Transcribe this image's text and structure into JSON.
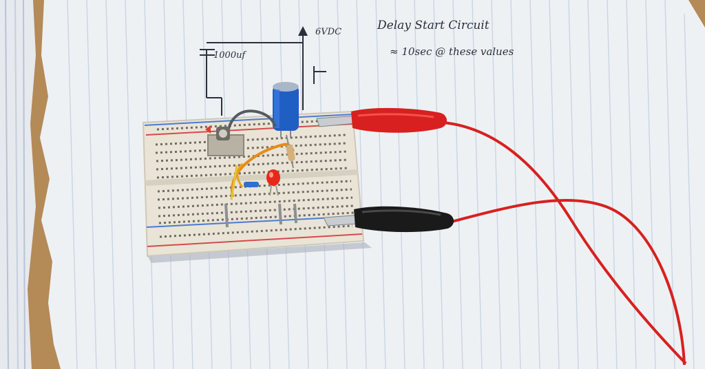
{
  "photo": {
    "subject": "breadboard-circuit-on-notebook",
    "colors": {
      "desk": "#b48a57",
      "paper": "#eef1f4",
      "ruled_line": "#c9d4e3",
      "breadboard": "#e9e4d6",
      "red_lead": "#d82020",
      "black_lead": "#1a1a1a",
      "capacitor": "#1f5fc4",
      "led": "#e8271c"
    }
  },
  "notes": {
    "title": "Delay Start Circuit",
    "subtitle": "≈ 10sec @ these values",
    "capacitor_label": "1000uf",
    "voltage_label": "6VDC"
  }
}
